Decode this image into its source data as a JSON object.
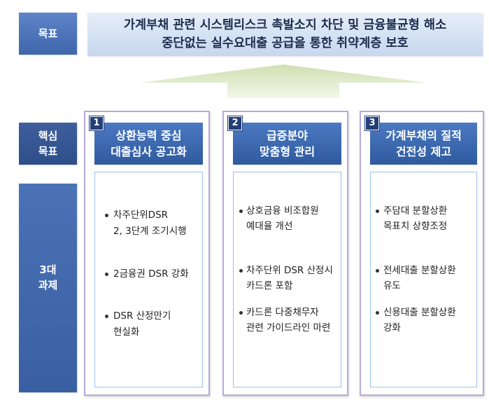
{
  "goal_section": {
    "label": "목표",
    "lines": [
      "가계부채 관련 시스템리스크 촉발소지 차단 및 금융불균형 해소",
      "중단없는 실수요대출 공급을 통한 취약계층 보호"
    ]
  },
  "core_goal_label": {
    "lines": [
      "핵심",
      "목표"
    ]
  },
  "tasks_label": {
    "lines": [
      "3대",
      "과제"
    ]
  },
  "columns": [
    {
      "number": "1",
      "title_lines": [
        "상환능력 중심",
        "대출심사 공고화"
      ],
      "items": [
        {
          "lines": [
            "차주단위DSR",
            "2, 3단계 조기시행"
          ]
        },
        {
          "lines": [
            "2금융권 DSR 강화"
          ]
        },
        {
          "lines": [
            "DSR 산정만기",
            "현실화"
          ]
        }
      ]
    },
    {
      "number": "2",
      "title_lines": [
        "급증분야",
        "맞춤형 관리"
      ],
      "items": [
        {
          "lines": [
            "상호금융 비조합원",
            "예대율 개선"
          ]
        },
        {
          "lines": [
            "차주단위 DSR 산정시",
            "카드론 포함"
          ]
        },
        {
          "lines": [
            "카드론 다중채무자",
            "관련 가이드라인 마련"
          ]
        }
      ]
    },
    {
      "number": "3",
      "title_lines": [
        "가계부채의 질적",
        "건전성 제고"
      ],
      "items": [
        {
          "lines": [
            "주담대 분할상환",
            "목표치 상향조정"
          ]
        },
        {
          "lines": [
            "전세대출 분할상환",
            "유도"
          ]
        },
        {
          "lines": [
            "신용대출 분할상환",
            "강화"
          ]
        }
      ]
    }
  ],
  "colors": {
    "label_goal_top": "#5d84c8",
    "label_goal_bottom": "#3f66ab",
    "label_core_top": "#3e5f9c",
    "label_core_bottom": "#2e4e89",
    "label_tasks_top": "#4b72b6",
    "label_tasks_bottom": "#3a5fa3",
    "banner_top": "#e6eef9",
    "banner_bottom": "#c6d7ef",
    "banner_text": "#1e2d4d",
    "header_top": "#4b79c2",
    "header_bottom": "#2f5a9e",
    "badge": "#233f78",
    "frame": "#b7a9d7",
    "inner": "#9fbfe6",
    "arrow_top": "#cfdfb1",
    "arrow_bottom": "#f3f7ea",
    "item_text": "#222222"
  }
}
